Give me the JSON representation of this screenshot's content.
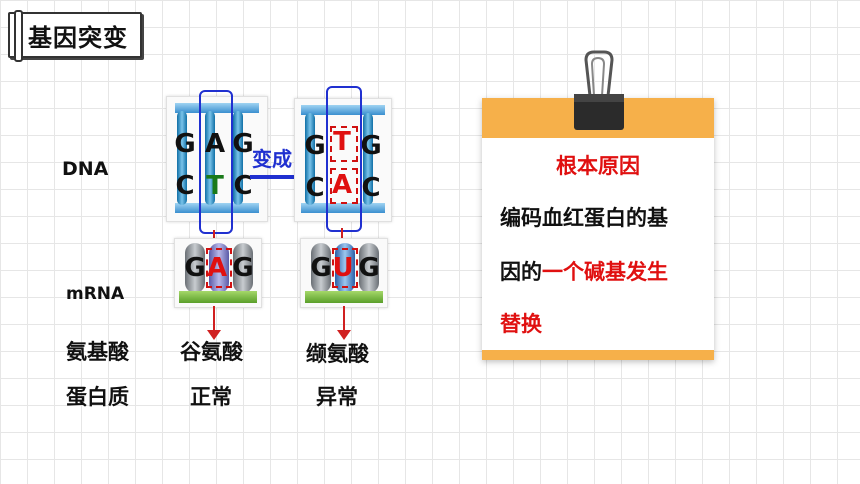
{
  "title": "基因突变",
  "rows": {
    "dna": "DNA",
    "mrna": "mRNA",
    "amino": "氨基酸",
    "protein": "蛋白质"
  },
  "arrow_label": "变成",
  "normal": {
    "dna_top": [
      "G",
      "A",
      "G"
    ],
    "dna_bottom": [
      "C",
      "T",
      "C"
    ],
    "mrna": [
      "G",
      "A",
      "G"
    ],
    "amino_acid": "谷氨酸",
    "protein": "正常"
  },
  "mutant": {
    "dna_top": [
      "G",
      "T",
      "G"
    ],
    "dna_bottom": [
      "C",
      "A",
      "C"
    ],
    "mrna": [
      "G",
      "U",
      "G"
    ],
    "amino_acid": "缬氨酸",
    "protein": "异常"
  },
  "note": {
    "title": "根本原因",
    "line1": "编码血红蛋白的基",
    "line2_prefix": "因的",
    "line2_highlight": "一个碱基发生",
    "line3": "替换"
  },
  "colors": {
    "red": "#e01010",
    "blue": "#2030d0",
    "note_header": "#f6b04a"
  }
}
